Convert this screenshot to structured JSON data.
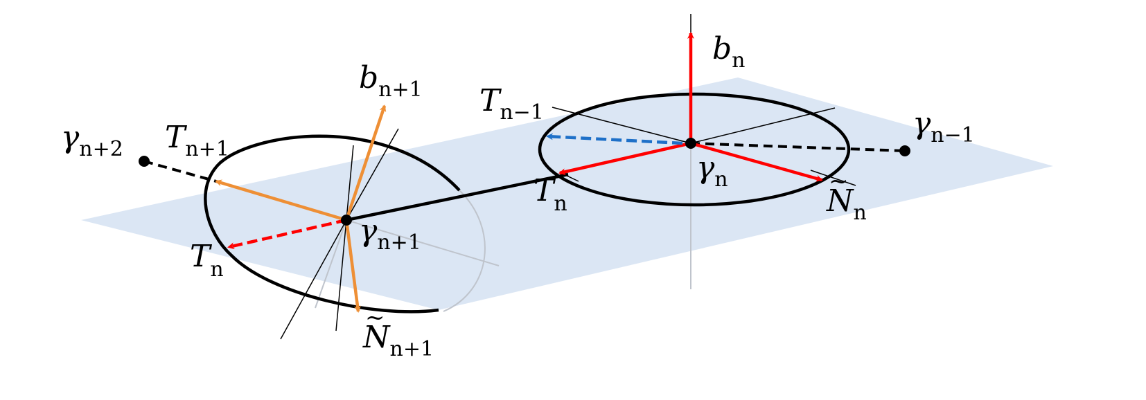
{
  "colors": {
    "plane": "#dbe6f4",
    "vector_red": "#ff0000",
    "vector_orange": "#ee8f35",
    "vector_blue": "#1e70c8",
    "curve": "#000000",
    "thin_line": "#000000",
    "ghost_line": "#bfc4cc"
  },
  "labels": {
    "b_n": {
      "base": "b",
      "sub": "n"
    },
    "T_n_minus_1": {
      "base": "T",
      "sub": "n−1"
    },
    "gamma_n_minus_1": {
      "base": "γ",
      "sub": "n−1"
    },
    "gamma_n": {
      "base": "γ",
      "sub": "n"
    },
    "T_n_right": {
      "base": "T",
      "sub": "n"
    },
    "N_tilde_n": {
      "base": "N",
      "tilde": "~",
      "sub": "n"
    },
    "b_n_plus_1": {
      "base": "b",
      "sub": "n+1"
    },
    "gamma_n_plus_2": {
      "base": "γ",
      "sub": "n+2"
    },
    "T_n_plus_1": {
      "base": "T",
      "sub": "n+1"
    },
    "gamma_n_plus_1": {
      "base": "γ",
      "sub": "n+1"
    },
    "T_n_left": {
      "base": "T",
      "sub": "n"
    },
    "N_tilde_n_plus_1": {
      "base": "N",
      "tilde": "~",
      "sub": "n+1"
    }
  }
}
